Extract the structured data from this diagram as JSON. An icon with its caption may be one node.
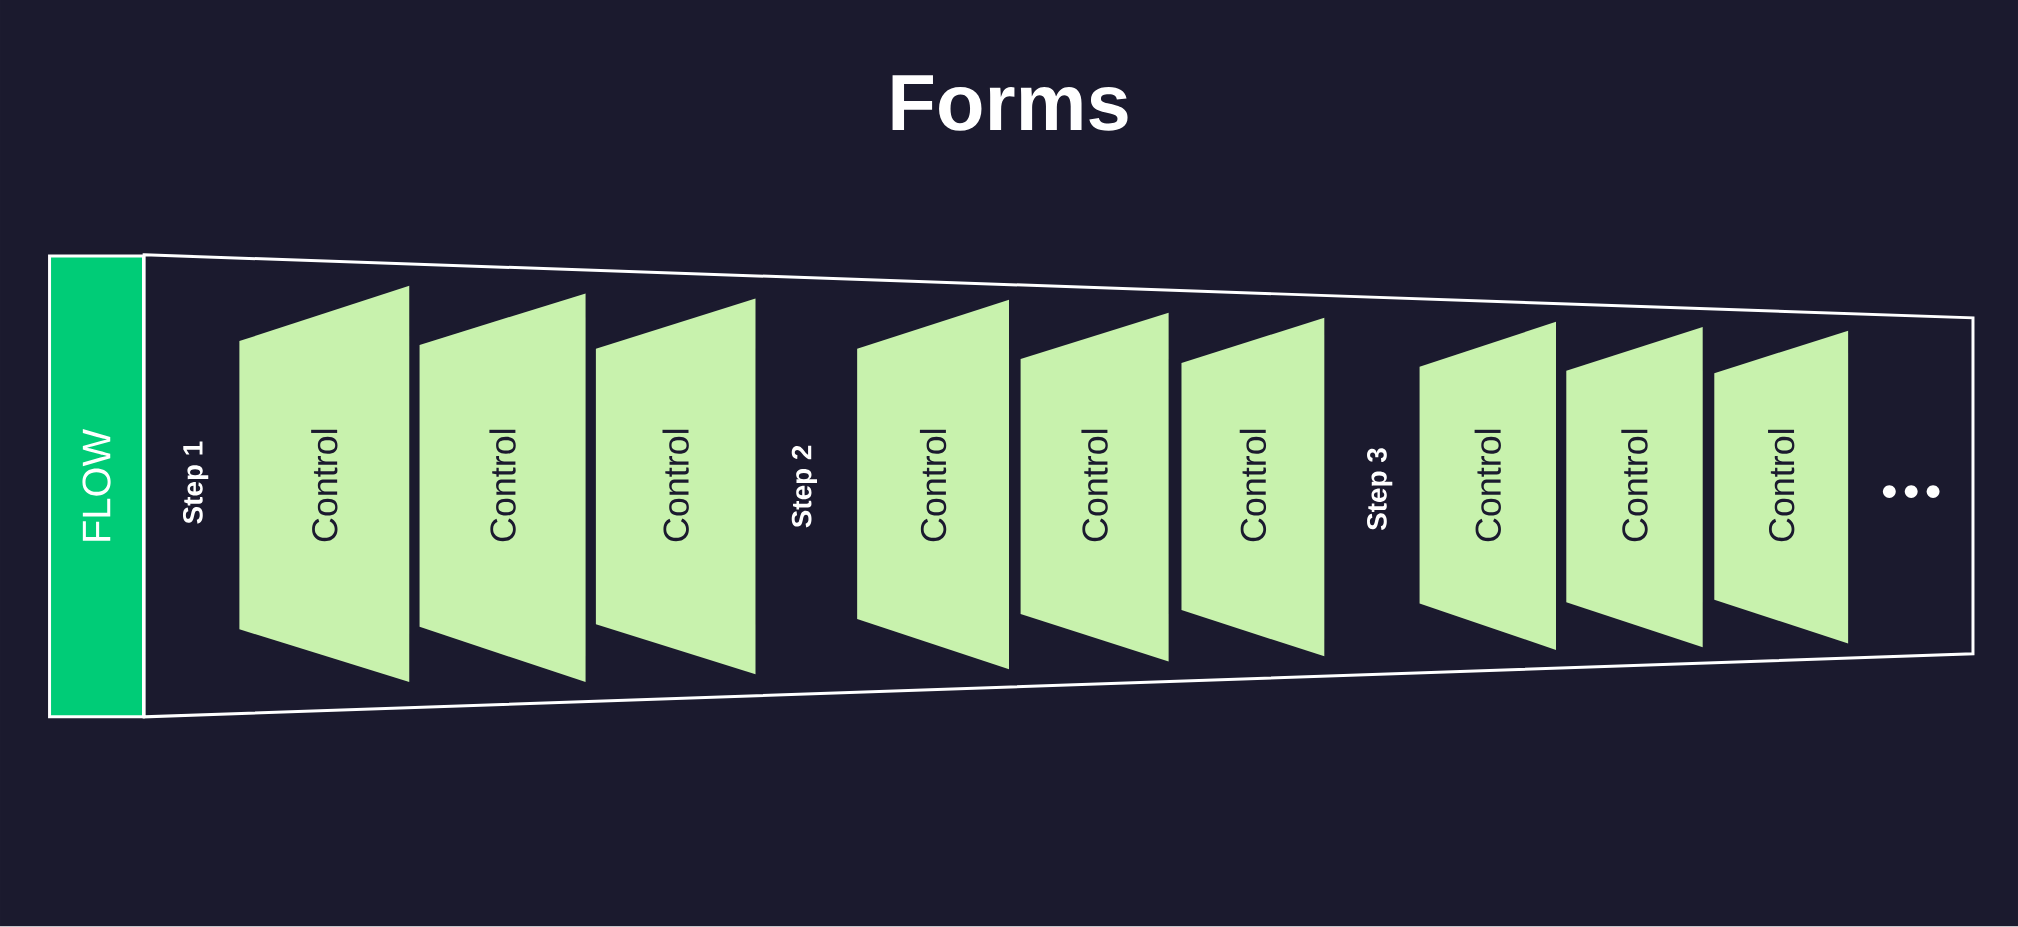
{
  "diagram": {
    "title": "Forms",
    "nodes": [
      {
        "text": [
          "FLOW"
        ]
      },
      {
        "text": [],
        "shape": "trapezoid"
      },
      {
        "text": [
          "Control"
        ],
        "in": 1
      },
      {
        "text": [
          "Control"
        ],
        "in": 1
      },
      {
        "text": [
          "Control"
        ],
        "in": 1
      },
      {
        "text": [
          "Control"
        ],
        "in": 1
      },
      {
        "text": [
          "Control"
        ],
        "in": 1
      },
      {
        "text": [
          "Control"
        ],
        "in": 1
      },
      {
        "text": [
          "Control"
        ],
        "in": 1
      },
      {
        "text": [
          "Control"
        ],
        "in": 1
      },
      {
        "text": [
          "Control"
        ],
        "in": 1
      }
    ],
    "labels": [
      "Step 1",
      "Step 2",
      "Step 3"
    ]
  }
}
